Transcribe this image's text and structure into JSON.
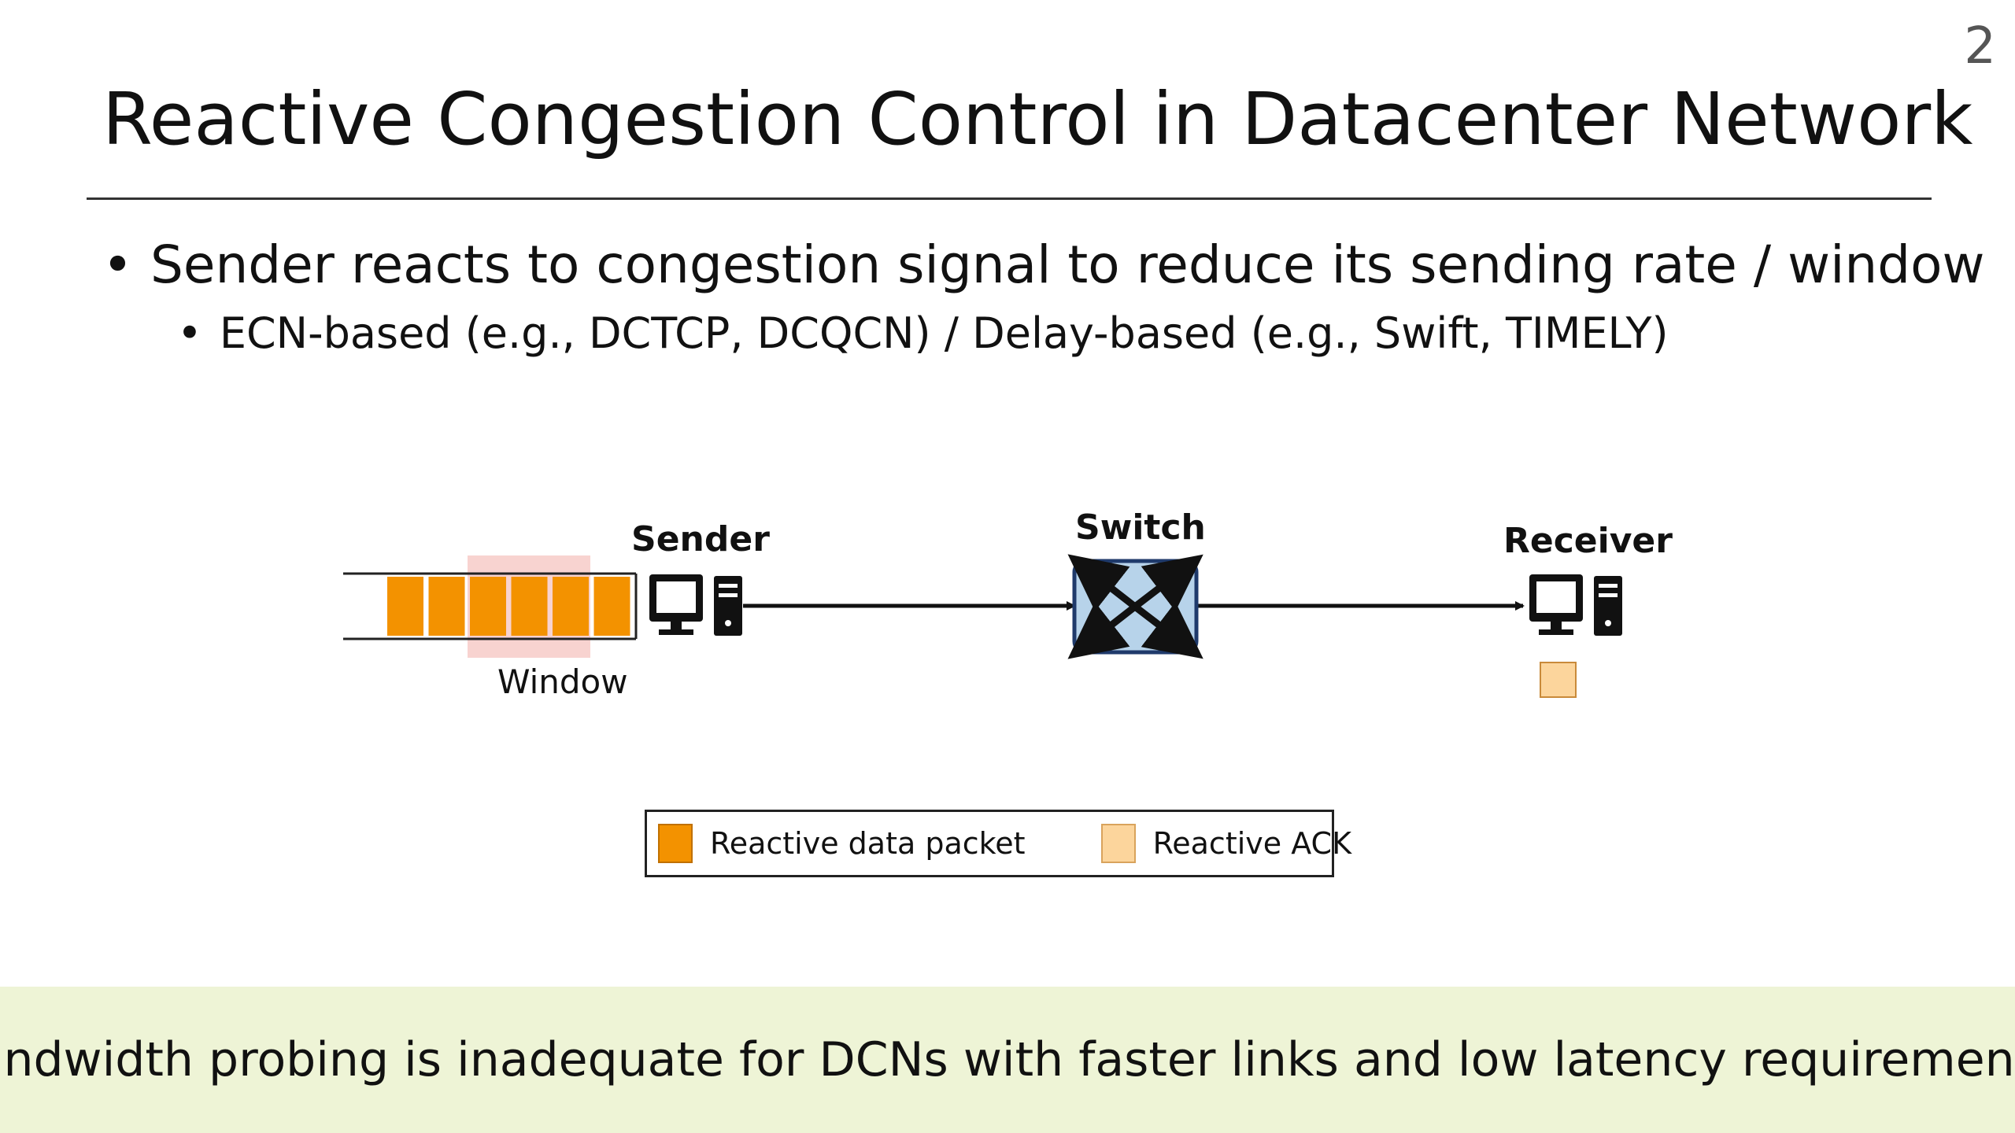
{
  "page_number": "2",
  "title": "Reactive Congestion Control in Datacenter Network",
  "bullets": {
    "main": "Sender reacts to congestion signal to reduce its sending rate / window",
    "sub": "ECN-based (e.g., DCTCP, DCQCN)  /  Delay-based (e.g., Swift, TIMELY)",
    "glyph": "•"
  },
  "diagram": {
    "sender_label": "Sender",
    "switch_label": "Switch",
    "receiver_label": "Receiver",
    "window_label": "Window",
    "packet_count": 6,
    "ack_count": 1,
    "icons": {
      "sender": "computer-icon",
      "switch": "switch-icon",
      "receiver": "computer-icon"
    }
  },
  "legend": {
    "data_packet": "Reactive data packet",
    "ack": "Reactive ACK"
  },
  "banner": "Bandwidth probing is inadequate for DCNs with faster links and low latency requirements.",
  "colors": {
    "data_packet": "#f39200",
    "ack": "#fcd59c",
    "window_highlight": "#f8d3d0",
    "switch_fill": "#b7d3ea",
    "switch_border": "#1f3a6b",
    "banner_bg": "#eef4d6"
  }
}
